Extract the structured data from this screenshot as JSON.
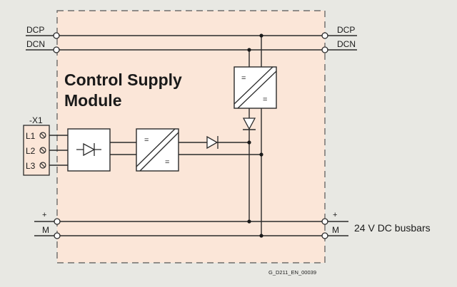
{
  "title": "Control Supply Module",
  "title_lines": [
    "Control Supply",
    "Module"
  ],
  "colors": {
    "background": "#e8e8e3",
    "module_fill": "#fbe6d8",
    "line": "#2b2b2b",
    "block_fill": "#ffffff"
  },
  "dc_link": {
    "left": {
      "dcp": "DCP",
      "dcn": "DCN"
    },
    "right": {
      "dcp": "DCP",
      "dcn": "DCN"
    }
  },
  "terminal_block": {
    "name": "-X1",
    "terminals": [
      "L1",
      "L2",
      "L3"
    ]
  },
  "busbars": {
    "left": {
      "plus": "+",
      "minus": "M"
    },
    "right": {
      "plus": "+",
      "minus": "M"
    },
    "label": "24 V DC busbars"
  },
  "blocks": {
    "rectifier": {
      "symbol": "diode-icon"
    },
    "dcdc_converter": {
      "in": "=",
      "out": "="
    },
    "dcdc_converter_top": {
      "in": "=",
      "out": "="
    }
  },
  "figure_id": "G_D211_EN_00039"
}
